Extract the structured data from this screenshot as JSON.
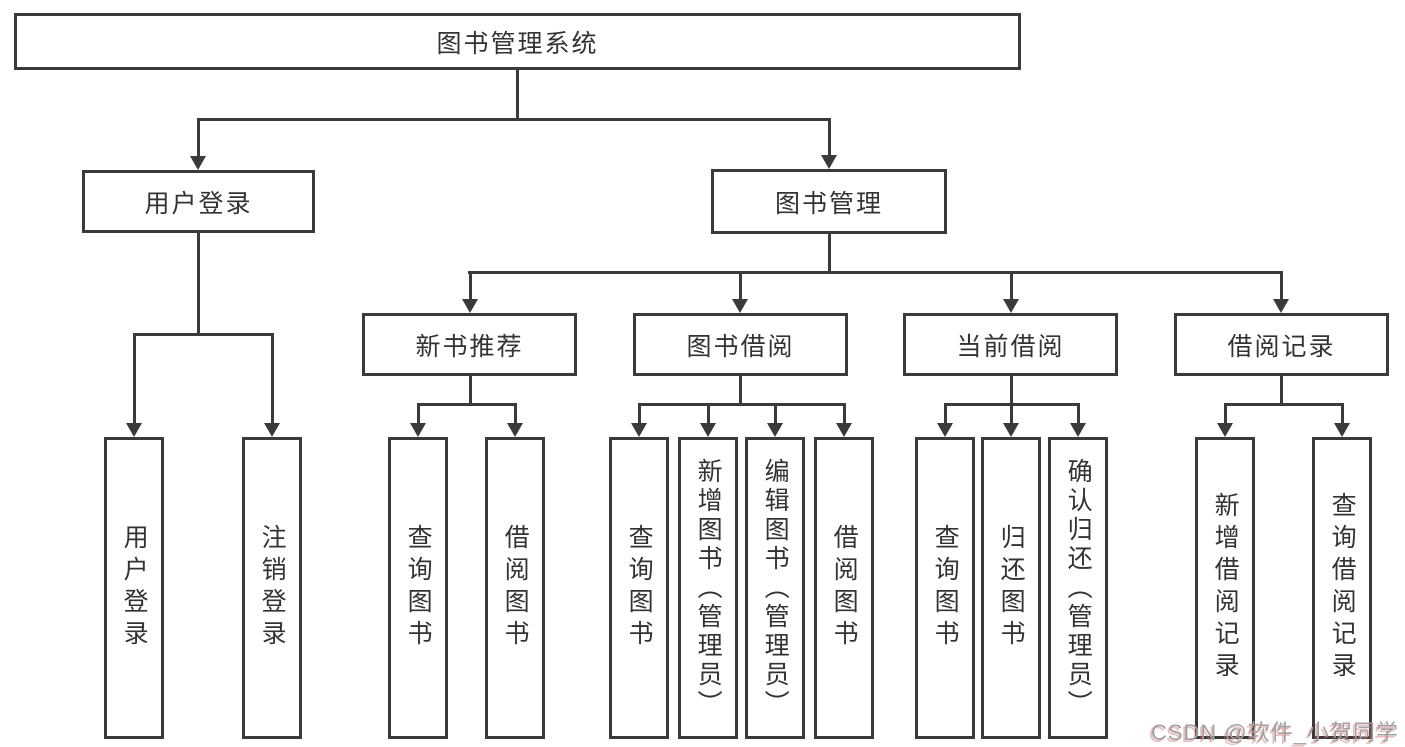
{
  "colors": {
    "line": "#3a3a3a",
    "text": "#333333",
    "background": "#ffffff",
    "watermark_gray": "#a0a0a0",
    "watermark_red": "#d66868"
  },
  "diagram": {
    "type": "tree",
    "root": {
      "label": "图书管理系统"
    },
    "branches": [
      {
        "label": "用户登录",
        "children": [
          {
            "label": "用户登录"
          },
          {
            "label": "注销登录"
          }
        ]
      },
      {
        "label": "图书管理",
        "children": [
          {
            "label": "新书推荐",
            "children": [
              {
                "label": "查询图书"
              },
              {
                "label": "借阅图书"
              }
            ]
          },
          {
            "label": "图书借阅",
            "children": [
              {
                "label": "查询图书"
              },
              {
                "label": "新增图书（管理员）"
              },
              {
                "label": "编辑图书（管理员）"
              },
              {
                "label": "借阅图书"
              }
            ]
          },
          {
            "label": "当前借阅",
            "children": [
              {
                "label": "查询图书"
              },
              {
                "label": "归还图书"
              },
              {
                "label": "确认归还（管理员）"
              }
            ]
          },
          {
            "label": "借阅记录",
            "children": [
              {
                "label": "新增借阅记录"
              },
              {
                "label": "查询借阅记录"
              }
            ]
          }
        ]
      }
    ]
  },
  "watermark": {
    "text": "CSDN @软件_小贺同学"
  }
}
